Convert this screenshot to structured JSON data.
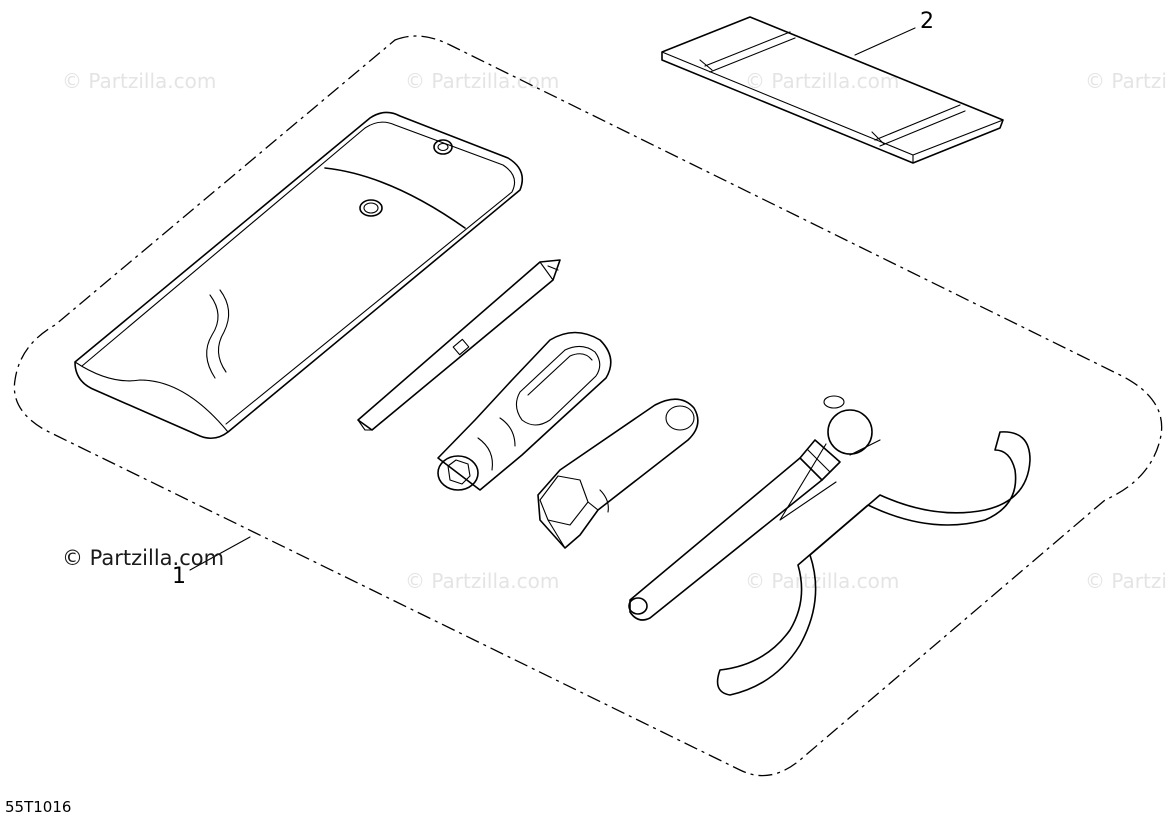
{
  "diagram": {
    "drawing_code": "55T1016",
    "callouts": [
      "1",
      "2"
    ],
    "watermark": "© Partzilla.com",
    "colors": {
      "line": "#000000",
      "background": "#ffffff",
      "watermark": "#e4e4e4"
    },
    "parts": [
      "tool-bag-icon",
      "tool-case-icon",
      "screwdriver-icon",
      "socket-wrench-icon",
      "plug-wrench-icon",
      "extension-bar-icon",
      "spanner-wrench-icon"
    ]
  }
}
